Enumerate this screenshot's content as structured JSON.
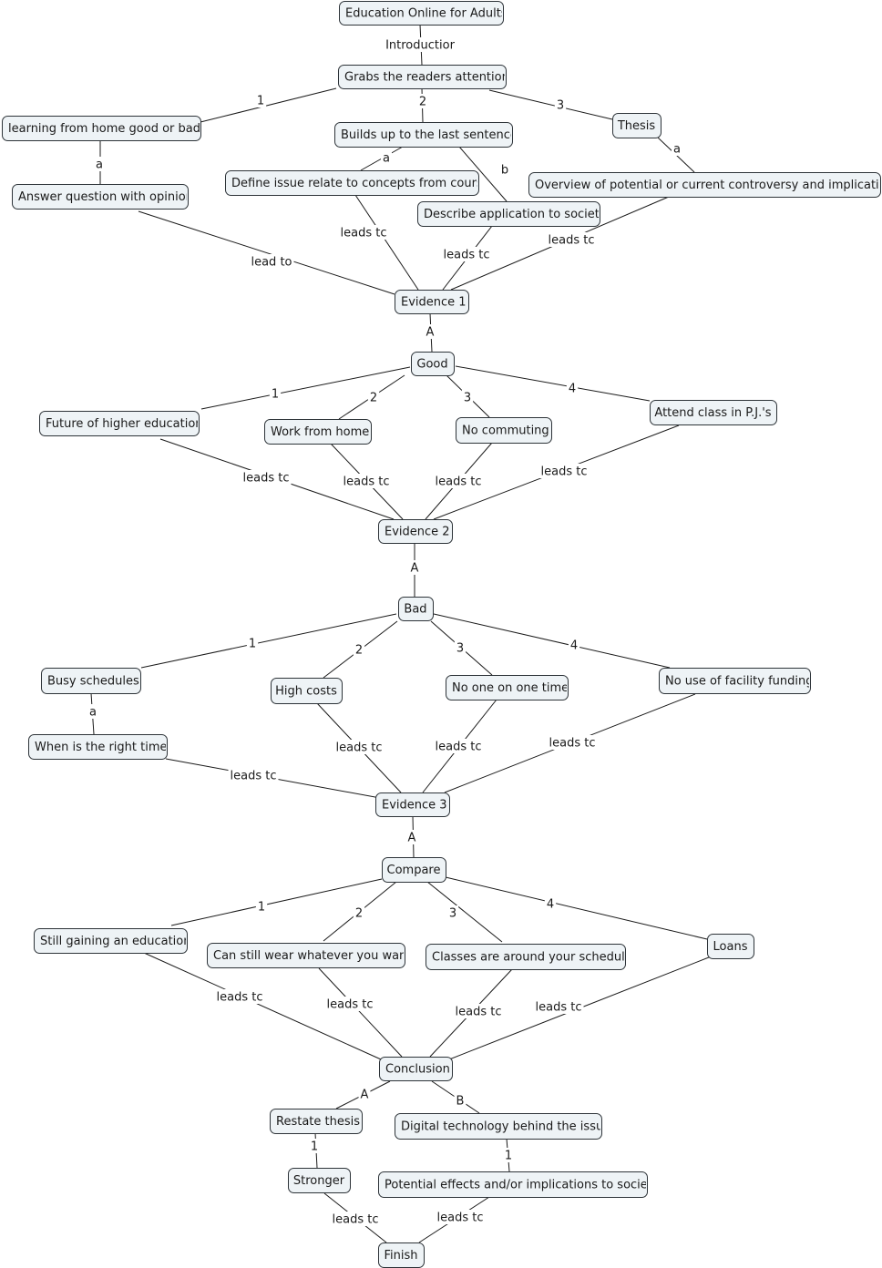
{
  "nodes": {
    "education": "Education Online for Adults",
    "grabs": "Grabs the readers attention",
    "learning": "learning from home good or bad?",
    "builds": "Builds up to the last sentence",
    "thesis": "Thesis",
    "answer": "Answer question with opinion",
    "define": "Define issue relate to concepts from course",
    "overview": "Overview of potential or current controversy and implications",
    "describe": "Describe application to society",
    "evidence1": "Evidence 1",
    "good": "Good",
    "future": "Future of higher education",
    "workhome": "Work from home",
    "nocommute": "No commuting",
    "attend": "Attend class in P.J.'s",
    "evidence2": "Evidence 2",
    "bad": "Bad",
    "busy": "Busy schedules",
    "highcosts": "High costs",
    "noone": "No one on one time",
    "nofacility": "No use of facility funding",
    "righttime": "When is the right time",
    "evidence3": "Evidence 3",
    "compare": "Compare",
    "stillgaining": "Still gaining an education",
    "wear": "Can still wear whatever you want",
    "classes": "Classes are around your schedule",
    "loans": "Loans",
    "conclusion": "Conclusion",
    "restate": "Restate thesis",
    "digital": "Digital technology behind the issue",
    "stronger": "Stronger",
    "potential": "Potential effects and/or implications to society",
    "finish": "Finish"
  },
  "edges": [
    {
      "from": "education",
      "to": "grabs",
      "label": "Introductior"
    },
    {
      "from": "grabs",
      "to": "learning",
      "label": "1"
    },
    {
      "from": "grabs",
      "to": "builds",
      "label": "2"
    },
    {
      "from": "grabs",
      "to": "thesis",
      "label": "3"
    },
    {
      "from": "learning",
      "to": "answer",
      "label": "a"
    },
    {
      "from": "builds",
      "to": "define",
      "label": "a"
    },
    {
      "from": "builds",
      "to": "describe",
      "label": "b"
    },
    {
      "from": "thesis",
      "to": "overview",
      "label": "a"
    },
    {
      "from": "answer",
      "to": "evidence1",
      "label": "lead to"
    },
    {
      "from": "define",
      "to": "evidence1",
      "label": "leads tc"
    },
    {
      "from": "describe",
      "to": "evidence1",
      "label": "leads tc"
    },
    {
      "from": "overview",
      "to": "evidence1",
      "label": "leads tc"
    },
    {
      "from": "evidence1",
      "to": "good",
      "label": "A"
    },
    {
      "from": "good",
      "to": "future",
      "label": "1"
    },
    {
      "from": "good",
      "to": "workhome",
      "label": "2"
    },
    {
      "from": "good",
      "to": "nocommute",
      "label": "3"
    },
    {
      "from": "good",
      "to": "attend",
      "label": "4"
    },
    {
      "from": "future",
      "to": "evidence2",
      "label": "leads tc"
    },
    {
      "from": "workhome",
      "to": "evidence2",
      "label": "leads tc"
    },
    {
      "from": "nocommute",
      "to": "evidence2",
      "label": "leads tc"
    },
    {
      "from": "attend",
      "to": "evidence2",
      "label": "leads tc"
    },
    {
      "from": "evidence2",
      "to": "bad",
      "label": "A"
    },
    {
      "from": "bad",
      "to": "busy",
      "label": "1"
    },
    {
      "from": "bad",
      "to": "highcosts",
      "label": "2"
    },
    {
      "from": "bad",
      "to": "noone",
      "label": "3"
    },
    {
      "from": "bad",
      "to": "nofacility",
      "label": "4"
    },
    {
      "from": "busy",
      "to": "righttime",
      "label": "a"
    },
    {
      "from": "righttime",
      "to": "evidence3",
      "label": "leads tc"
    },
    {
      "from": "highcosts",
      "to": "evidence3",
      "label": "leads tc"
    },
    {
      "from": "noone",
      "to": "evidence3",
      "label": "leads tc"
    },
    {
      "from": "nofacility",
      "to": "evidence3",
      "label": "leads tc"
    },
    {
      "from": "evidence3",
      "to": "compare",
      "label": "A"
    },
    {
      "from": "compare",
      "to": "stillgaining",
      "label": "1"
    },
    {
      "from": "compare",
      "to": "wear",
      "label": "2"
    },
    {
      "from": "compare",
      "to": "classes",
      "label": "3"
    },
    {
      "from": "compare",
      "to": "loans",
      "label": "4"
    },
    {
      "from": "stillgaining",
      "to": "conclusion",
      "label": "leads tc"
    },
    {
      "from": "wear",
      "to": "conclusion",
      "label": "leads tc"
    },
    {
      "from": "classes",
      "to": "conclusion",
      "label": "leads tc"
    },
    {
      "from": "loans",
      "to": "conclusion",
      "label": "leads tc"
    },
    {
      "from": "conclusion",
      "to": "restate",
      "label": "A"
    },
    {
      "from": "conclusion",
      "to": "digital",
      "label": "B"
    },
    {
      "from": "restate",
      "to": "stronger",
      "label": "1"
    },
    {
      "from": "digital",
      "to": "potential",
      "label": "1"
    },
    {
      "from": "stronger",
      "to": "finish",
      "label": "leads tc"
    },
    {
      "from": "potential",
      "to": "finish",
      "label": "leads tc"
    }
  ]
}
